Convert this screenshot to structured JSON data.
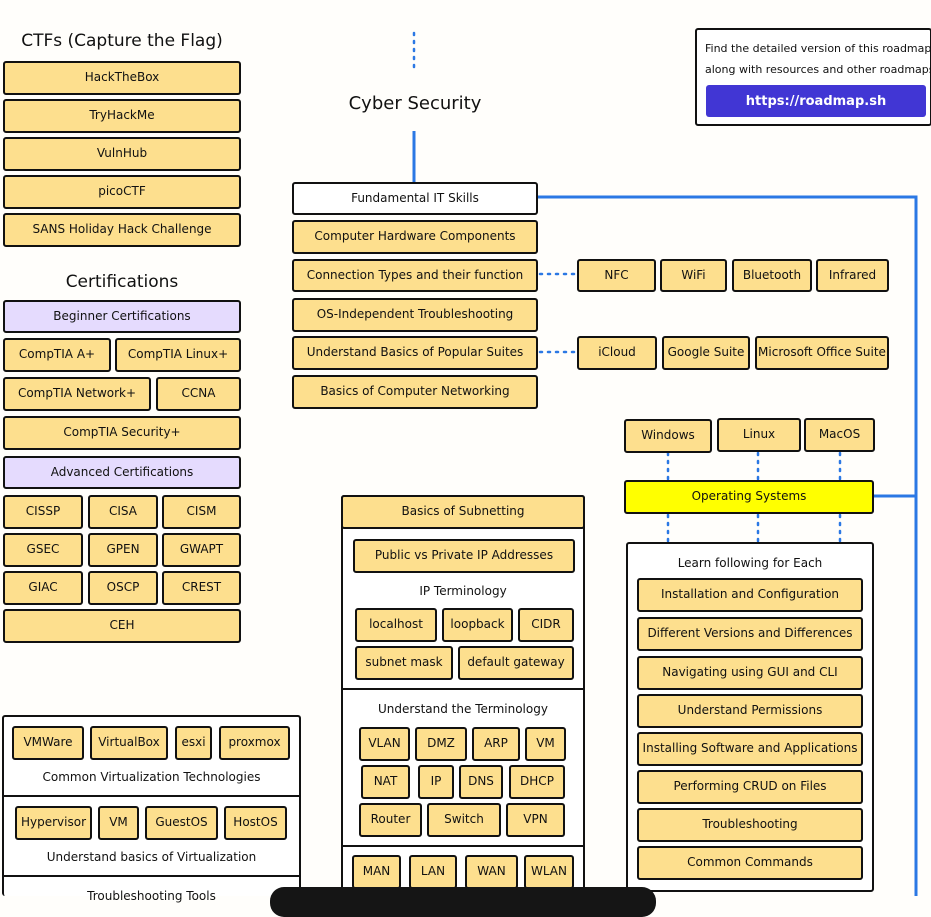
{
  "title": "Cyber Security",
  "promo": {
    "text_line1": "Find the detailed version of this roadmap",
    "text_line2": "along with resources and other roadmaps",
    "link": "https://roadmap.sh"
  },
  "ctfs": {
    "heading": "CTFs (Capture the Flag)",
    "items": [
      "HackTheBox",
      "TryHackMe",
      "VulnHub",
      "picoCTF",
      "SANS Holiday Hack Challenge"
    ]
  },
  "certifications": {
    "heading": "Certifications",
    "beginner": "Beginner Certifications",
    "comptia_a": "CompTIA A+",
    "comptia_linux": "CompTIA Linux+",
    "comptia_network": "CompTIA Network+",
    "ccna": "CCNA",
    "comptia_security": "CompTIA Security+",
    "advanced": "Advanced Certifications",
    "cissp": "CISSP",
    "cisa": "CISA",
    "cism": "CISM",
    "gsec": "GSEC",
    "gpen": "GPEN",
    "gwapt": "GWAPT",
    "giac": "GIAC",
    "oscp": "OSCP",
    "crest": "CREST",
    "ceh": "CEH"
  },
  "fundamentals": {
    "main": "Fundamental IT Skills",
    "items": [
      "Computer Hardware Components",
      "Connection Types and their function",
      "OS-Independent Troubleshooting",
      "Understand Basics of Popular Suites",
      "Basics of Computer Networking"
    ],
    "connection_types": [
      "NFC",
      "WiFi",
      "Bluetooth",
      "Infrared"
    ],
    "suites": [
      "iCloud",
      "Google Suite",
      "Microsoft Office Suite"
    ]
  },
  "os": {
    "main": "Operating Systems",
    "list": [
      "Windows",
      "Linux",
      "MacOS"
    ],
    "learn_heading": "Learn following for Each",
    "learn": [
      "Installation and Configuration",
      "Different Versions and Differences",
      "Navigating using GUI and CLI",
      "Understand Permissions",
      "Installing Software and Applications",
      "Performing CRUD on Files",
      "Troubleshooting",
      "Common Commands"
    ]
  },
  "subnetting": {
    "heading": "Basics of Subnetting",
    "public_private": "Public vs Private IP Addresses",
    "ip_terminology": "IP Terminology",
    "localhost": "localhost",
    "loopback": "loopback",
    "cidr": "CIDR",
    "subnet_mask": "subnet mask",
    "default_gateway": "default gateway",
    "understand_terminology": "Understand the Terminology",
    "vlan": "VLAN",
    "dmz": "DMZ",
    "arp": "ARP",
    "vm": "VM",
    "nat": "NAT",
    "ip": "IP",
    "dns": "DNS",
    "dhcp": "DHCP",
    "router": "Router",
    "switch": "Switch",
    "vpn": "VPN",
    "man": "MAN",
    "lan": "LAN",
    "wan": "WAN",
    "wlan": "WLAN"
  },
  "virtualization": {
    "vmware": "VMWare",
    "virtualbox": "VirtualBox",
    "esxi": "esxi",
    "proxmox": "proxmox",
    "common": "Common Virtualization Technologies",
    "hypervisor": "Hypervisor",
    "vm": "VM",
    "guestos": "GuestOS",
    "hostos": "HostOS",
    "basics": "Understand basics of Virtualization",
    "troubleshooting_tools": "Troubleshooting Tools"
  },
  "colors": {
    "node": "#fddf8e",
    "certificate_group": "#e5dbfe",
    "highlight": "#ffff00",
    "connector": "#2b78e4",
    "promo_button": "#4136d4"
  }
}
